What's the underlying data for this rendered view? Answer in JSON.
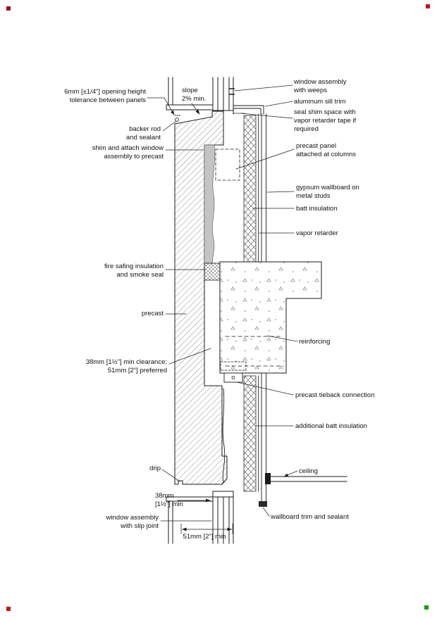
{
  "page": {
    "background": "#ffffff",
    "line_color": "#1a1a1a",
    "corner_markers": {
      "top_left": "#9a1313",
      "top_right": "#cc1111",
      "bottom_left": "#cc1111",
      "bottom_right": "#13a013"
    }
  },
  "labels": {
    "tolerance": "6mm [±1/4\"] opening height\ntolerance between panels",
    "slope": "slope\n2% min.",
    "window_weeps": "window assembly\nwith weeps",
    "aluminum_sill_trim": "aluminum sill trim",
    "seal_shim_space": "seal shim space with\nvapor retarder tape if\nrequired",
    "backer_rod": "backer rod\nand sealant",
    "shim_attach": "shim and attach window\nassembly to precast",
    "panel_columns": "precast panel\nattached at columns",
    "gypsum_wallboard": "gypsum wallboard on\nmetal studs",
    "batt_insulation": "batt insulation",
    "vapor_retarder": "vapor retarder",
    "fire_safing": "fire safing insulation\nand smoke seal",
    "precast": "precast",
    "clearance": "38mm [1½\"] min clearance;\n51mm [2\"] preferred",
    "reinforcing": "reinforcing",
    "tieback": "precast tieback connection",
    "additional_batt": "additional batt insulation",
    "drip": "drip",
    "ceiling": "ceiling",
    "dim_38": "38mm\n[1½\"] min",
    "window_slip_joint": "window assembly\nwith slip joint",
    "wallboard_trim": "wallboard trim and sealant",
    "dim_51": "51mm [2\"] min"
  }
}
